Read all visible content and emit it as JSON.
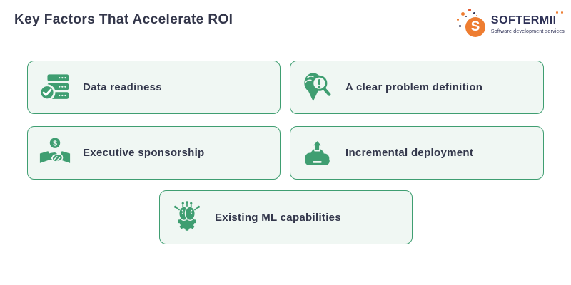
{
  "page": {
    "title": "Key Factors That Accelerate ROI"
  },
  "brand": {
    "monogram": "S",
    "name": "SOFTERMII",
    "tagline": "Software development services",
    "colors": {
      "orange": "#EE7D31",
      "navy": "#2E3156"
    }
  },
  "palette": {
    "accent_green": "#3F9E71",
    "card_background": "#F0F7F3",
    "card_border": "#3F9E71",
    "heading_text": "#33364A",
    "page_background": "#FFFFFF"
  },
  "cards": [
    {
      "label": "Data readiness",
      "icon": "server-check-icon"
    },
    {
      "label": "A clear problem definition",
      "icon": "head-magnifier-icon"
    },
    {
      "label": "Executive sponsorship",
      "icon": "handshake-dollar-icon"
    },
    {
      "label": "Incremental deployment",
      "icon": "cloud-upload-arrow-icon"
    },
    {
      "label": "Existing ML capabilities",
      "icon": "brain-gear-icon"
    }
  ]
}
